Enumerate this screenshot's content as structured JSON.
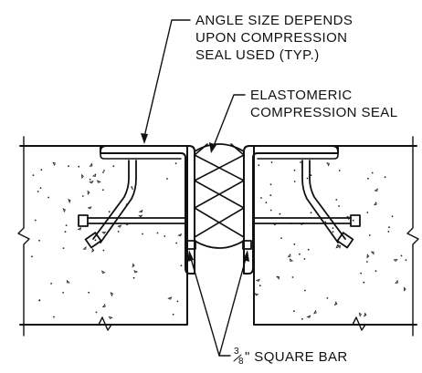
{
  "labels": {
    "angle_line1": "ANGLE SIZE DEPENDS",
    "angle_line2": "UPON COMPRESSION",
    "angle_line3": "SEAL USED (TYP.)",
    "seal_line1": "ELASTOMERIC",
    "seal_line2": "COMPRESSION SEAL",
    "bar_fraction_num": "3",
    "bar_fraction_den": "8",
    "bar_text": "\" SQUARE BAR"
  },
  "colors": {
    "ink": "#111111",
    "background": "#ffffff"
  }
}
